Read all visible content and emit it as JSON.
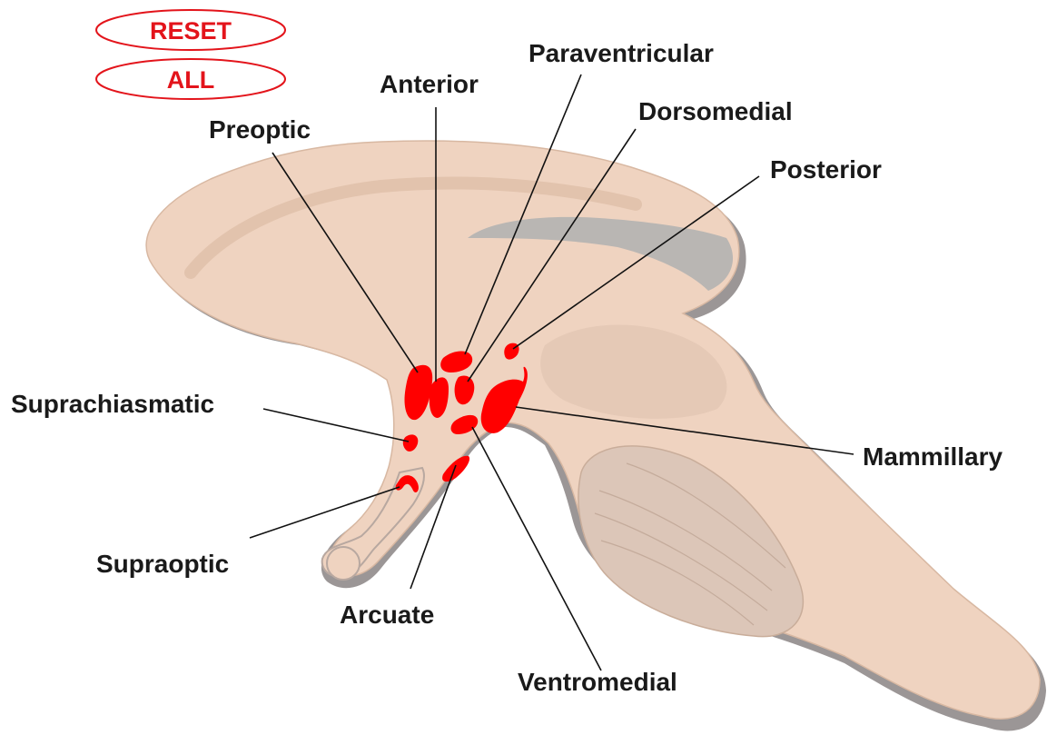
{
  "buttons": {
    "reset": "RESET",
    "all": "ALL"
  },
  "labels": {
    "paraventricular": "Paraventricular",
    "anterior": "Anterior",
    "dorsomedial": "Dorsomedial",
    "preoptic": "Preoptic",
    "posterior": "Posterior",
    "suprachiasmatic": "Suprachiasmatic",
    "mammillary": "Mammillary",
    "supraoptic": "Supraoptic",
    "arcuate": "Arcuate",
    "ventromedial": "Ventromedial"
  },
  "colors": {
    "highlight": "#ff0000",
    "button_outline": "#e3141b",
    "tissue": "#efd3c0",
    "tissue_edge": "#9b9696"
  }
}
